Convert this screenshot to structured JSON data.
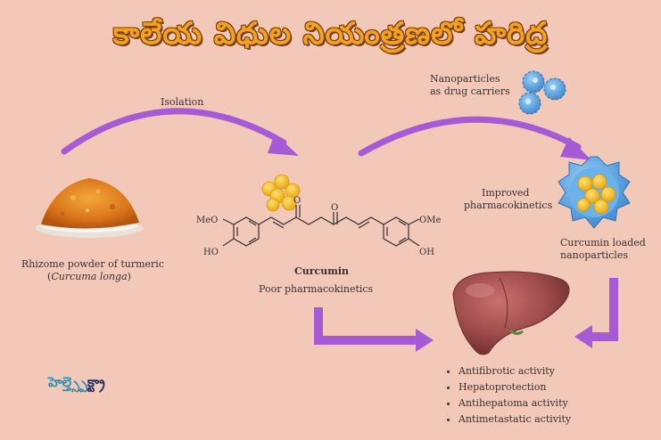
{
  "title": "కాలేయ విధుల నియంత్రణలో హరిద్ర",
  "labels": {
    "isolation": "Isolation",
    "nanoparticles": "Nanoparticles",
    "drug_carriers": "as drug carriers",
    "rhizome": "Rhizome powder of turmeric",
    "latin_open": "(",
    "latin_name": "Curcuma longa",
    "latin_close": ")",
    "improved_1": "Improved",
    "improved_2": "pharmacokinetics",
    "loaded_1": "Curcumin loaded",
    "loaded_2": "nanoparticles",
    "curcumin": "Curcumin",
    "poor": "Poor pharmacokinetics"
  },
  "chem": {
    "meo": "MeO",
    "ome": "OMe",
    "ho": "HO",
    "oh": "OH",
    "o1": "O",
    "o2": "O"
  },
  "activities": [
    "Antifibrotic activity",
    "Hepatoprotection",
    "Antihepatoma activity",
    "Antimetastatic activity"
  ],
  "brand": {
    "part1": "హెల్త్",
    "part2": "స్పెక్ట్రా"
  },
  "colors": {
    "background": "#f2c8b8",
    "arrow": "#a65ad6",
    "title_fill": "#f2a21e",
    "title_outline": "#7a3e10",
    "nanoparticle": "#4a9fe0",
    "curcumin_ball": "#f6c21a",
    "liver": "#9c4a4a"
  },
  "icons": [
    "turmeric-powder-icon",
    "curcumin-cluster-icon",
    "nanoparticle-icon",
    "loaded-nanoparticle-icon",
    "liver-icon"
  ]
}
